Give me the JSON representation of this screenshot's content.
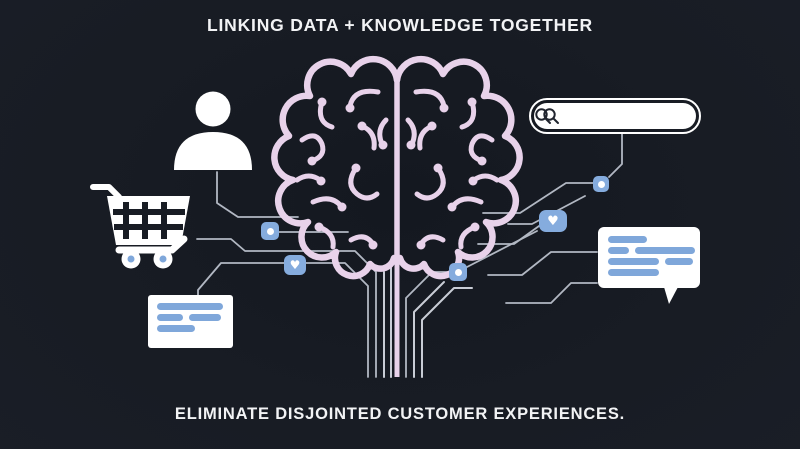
{
  "title": "LINKING DATA + KNOWLEDGE TOGETHER",
  "footer": "ELIMINATE DISJOINTED CUSTOMER EXPERIENCES.",
  "colors": {
    "bg": "#181c24",
    "text": "#f2f3f5",
    "brain": "#e8d2ea",
    "trace": "#b2b8c3",
    "trunk": "#c9cdd6",
    "blue": "#7fa7da",
    "blue-icon": "#85acde",
    "dark": "#20242e",
    "white": "#ffffff"
  },
  "search_bar": {
    "value": "",
    "placeholder": "",
    "left_icon": "magnifier",
    "right_icon": "magnifier"
  },
  "cards": {
    "left_message_card": {
      "bars": [
        [
          66
        ],
        [
          26,
          32
        ],
        [
          38
        ]
      ]
    },
    "right_chat_bubble": {
      "bars": [
        [
          39
        ],
        [
          21,
          60
        ],
        [
          51,
          28
        ],
        [
          51
        ]
      ]
    }
  },
  "mini_icons": [
    {
      "name": "chat-dot-icon-left",
      "glyph": "dot"
    },
    {
      "name": "heart-icon-left",
      "glyph": "heart"
    },
    {
      "name": "chat-dot-icon-center",
      "glyph": "dot"
    },
    {
      "name": "heart-icon-right",
      "glyph": "heart"
    },
    {
      "name": "chat-dot-icon-right",
      "glyph": "dot"
    }
  ],
  "illustrations": [
    "brain-circuit",
    "person",
    "shopping-cart",
    "search-bar",
    "message-card",
    "chat-bubble"
  ]
}
